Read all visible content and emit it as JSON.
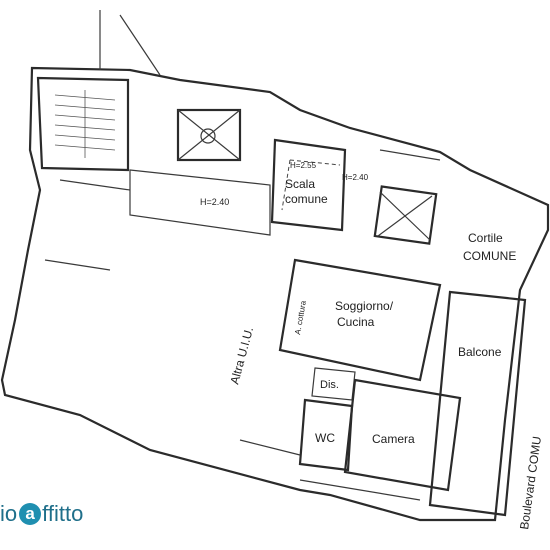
{
  "rooms": {
    "scala_comune": "Scala comune",
    "scala_line1": "Scala",
    "scala_line2": "comune",
    "cortile_line1": "Cortile",
    "cortile_line2": "COMUNE",
    "soggiorno_line1": "Soggiorno/",
    "soggiorno_line2": "Cucina",
    "balcone": "Balcone",
    "dis": "Dis.",
    "wc": "WC",
    "camera": "Camera",
    "altra_uiu": "Altra U.I.U.",
    "boulevard": "Boulevard COMU"
  },
  "annotations": {
    "h240_left": "H=2.40",
    "h255": "H=2.55",
    "h240_right": "H=2.40",
    "a_cottura": "A. cottura"
  },
  "watermark": {
    "prefix": "io",
    "brand_letter": "a",
    "suffix": "ffitto"
  },
  "colors": {
    "lines": "#2b2b2b",
    "watermark": "#1f8fb0"
  }
}
